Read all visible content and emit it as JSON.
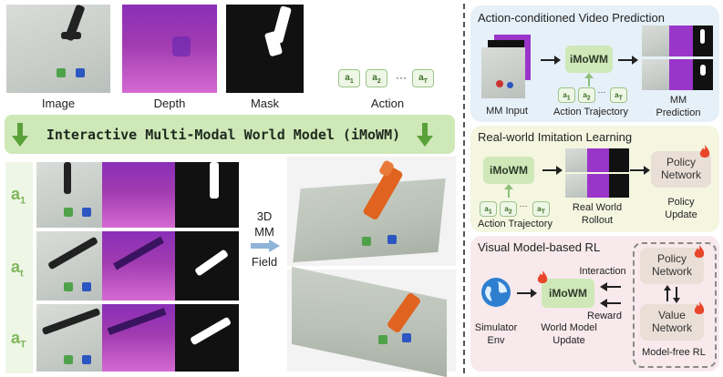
{
  "top_labels": {
    "image": "Image",
    "depth": "Depth",
    "mask": "Mask",
    "action": "Action"
  },
  "action_chips": [
    "a",
    "a",
    "a"
  ],
  "action_subs": [
    "1",
    "2",
    "T"
  ],
  "ellipsis": "···",
  "banner_title": "Interactive Multi-Modal World Model (iMoWM)",
  "row_labels": [
    {
      "main": "a",
      "sub": "1"
    },
    {
      "main": "a",
      "sub": "t"
    },
    {
      "main": "a",
      "sub": "T"
    }
  ],
  "field_label": [
    "3D",
    "MM",
    "Field"
  ],
  "right": {
    "section1": {
      "title": "Action-conditioned Video Prediction",
      "mm_input": "MM Input",
      "node": "iMoWM",
      "action_traj": "Action Trajectory",
      "mm_pred": "MM\nPrediction"
    },
    "section2": {
      "title": "Real-world Imitation Learning",
      "node": "iMoWM",
      "action_traj": "Action Trajectory",
      "rollout": "Real World\nRollout",
      "policy": "Policy\nNetwork",
      "update": "Policy\nUpdate"
    },
    "section3": {
      "title": "Visual Model-based RL",
      "node": "iMoWM",
      "interaction": "Interaction",
      "reward": "Reward",
      "sim": "Simulator\nEnv",
      "wm_update": "World Model\nUpdate",
      "policy": "Policy\nNetwork",
      "value": "Value\nNetwork",
      "model_free": "Model-free RL"
    }
  },
  "colors": {
    "green_banner": "#cfe8b8",
    "panel_blue": "#e6f0f8",
    "panel_yellow": "#f4f6e0",
    "panel_pink": "#f7e9ec",
    "arrow_green": "#5aa13a",
    "arrow_blue": "#8fb3d9",
    "flame": "#e8462a"
  }
}
